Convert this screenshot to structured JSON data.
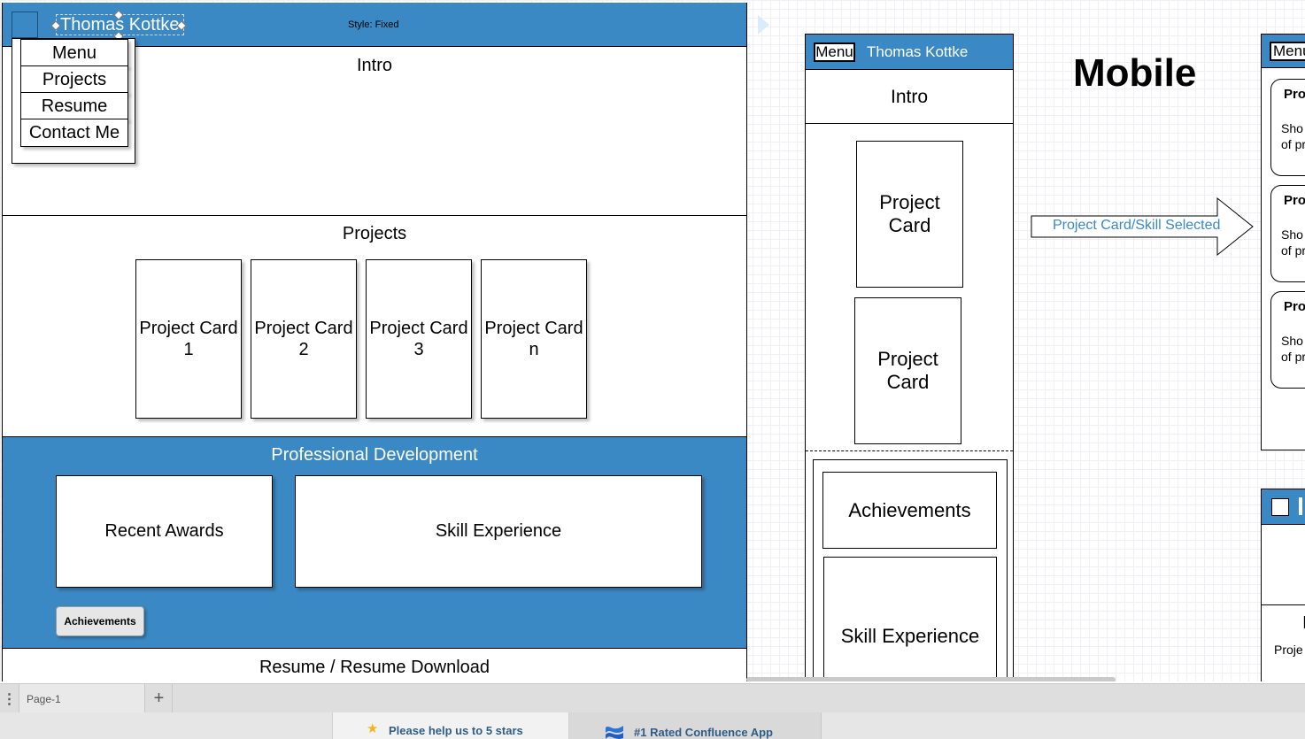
{
  "desktop": {
    "header_title": "Thomas Kottke",
    "style_label": "Style: Fixed",
    "menu_items": [
      "Menu",
      "Projects",
      "Resume",
      "Contact Me"
    ],
    "intro": "Intro",
    "projects_title": "Projects",
    "project_cards": [
      {
        "line1": "Project Card",
        "line2": "1"
      },
      {
        "line1": "Project Card",
        "line2": "2"
      },
      {
        "line1": "Project Card",
        "line2": "3"
      },
      {
        "line1": "Project Card",
        "line2": "n"
      }
    ],
    "prof_dev_title": "Professional Development",
    "recent_awards": "Recent Awards",
    "skill_experience": "Skill Experience",
    "achievements_button": "Achievements",
    "resume_title": "Resume / Resume Download"
  },
  "mobile": {
    "heading": "Mobile",
    "menu_button": "Menu",
    "header_title": "Thomas Kottke",
    "intro": "Intro",
    "project_card_1": {
      "line1": "Project",
      "line2": "Card"
    },
    "project_card_2": {
      "line1": "Project",
      "line2": "Card"
    },
    "achievements": "Achievements",
    "skill_experience": "Skill Experience"
  },
  "arrow_label": "Project Card/Skill Selected",
  "right_panel": {
    "menu_button": "Menu",
    "card_titles": [
      "Pro",
      "Pro",
      "Pro"
    ],
    "card_text_line1": "Sho",
    "card_text_line2": "of pr",
    "lower_title": "I",
    "lower_text": "Proje"
  },
  "tabs": {
    "page_tab": "Page-1",
    "add_label": "+"
  },
  "ads": {
    "rate_text": "Please help us to 5 stars",
    "confluence_text": "#1 Rated Confluence App"
  },
  "colors": {
    "accent": "#3a89c4",
    "canvas": "#ffffff",
    "grid": "#eef0f3"
  }
}
